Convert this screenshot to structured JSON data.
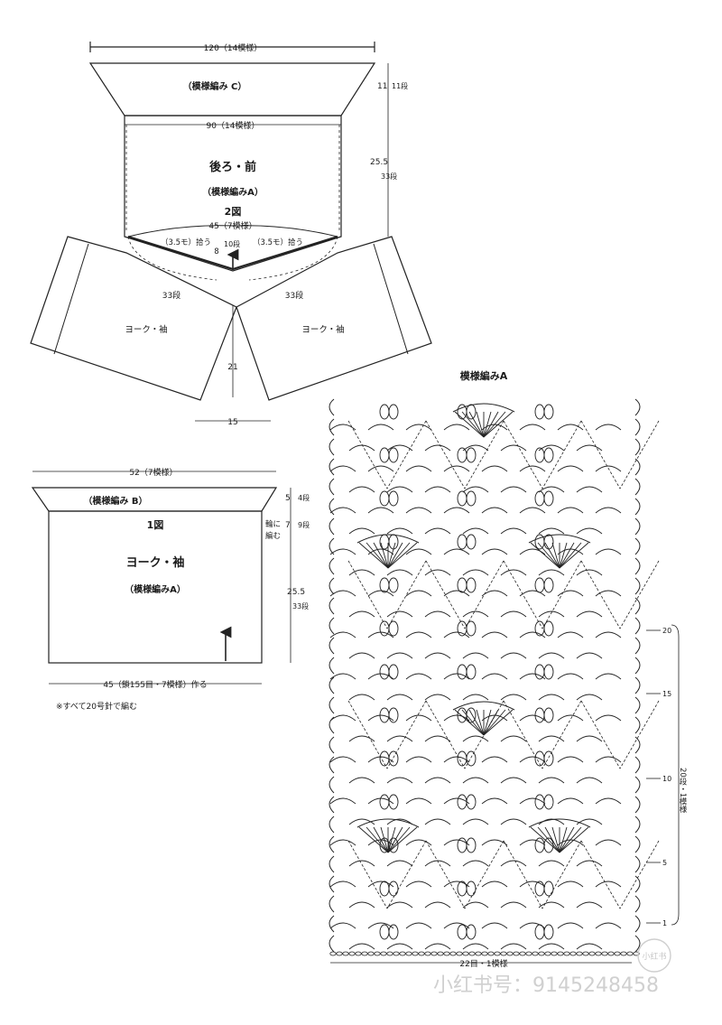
{
  "figure2": {
    "top_width": "120（14模様）",
    "yoke_c": "（模様編み C）",
    "yoke_c_height": "11",
    "yoke_c_rows": "11段",
    "body_width": "90（14模様）",
    "body_title": "後ろ・前",
    "body_pattern": "（模様編みA）",
    "figure_ref": "2図",
    "body_height": "25.5",
    "body_rows": "33段",
    "bottom_width": "45（7模様）",
    "left_decrease": "（3.5モ）拾う",
    "right_decrease": "（3.5モ）拾う",
    "center_count": "8",
    "center_rows": "10段",
    "sleeve_left_rows": "33段",
    "sleeve_right_rows": "33段",
    "sleeve_left_label": "ヨーク・袖",
    "sleeve_right_label": "ヨーク・袖",
    "drop_length": "21",
    "base_width": "15"
  },
  "figure1": {
    "top_width": "52（7模様）",
    "yoke_b": "（模様編み B）",
    "figure_ref": "1図",
    "title": "ヨーク・袖",
    "pattern": "（模様編みA）",
    "side_note_1": "輪に",
    "side_note_2": "編む",
    "h1": "5",
    "h1_rows": "4段",
    "h2": "7",
    "h2_rows": "9段",
    "h3": "25.5",
    "h3_rows": "33段",
    "bottom_width": "45（鎖155目・7模様）作る",
    "note": "※すべて20号針で編む"
  },
  "pattern_a": {
    "title": "模様編みA",
    "repeat_label": "20段・1模様",
    "row_marker_top": "20",
    "row_marker_15": "15",
    "row_marker_10": "10",
    "row_marker_5": "5",
    "row_marker_1": "1",
    "bottom_label": "22目・1模様"
  },
  "watermark": {
    "text": "小红书号：9145248458",
    "badge": "小红书"
  }
}
